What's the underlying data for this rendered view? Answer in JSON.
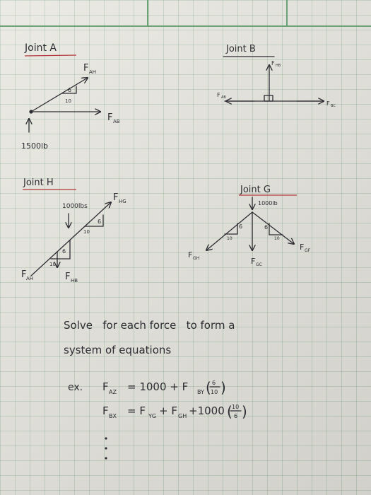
{
  "joint_a": {
    "title": "Joint A",
    "force_ah": "F",
    "force_ah_sub": "AH",
    "force_ab": "F",
    "force_ab_sub": "AB",
    "slope_rise": "6",
    "slope_run": "10",
    "load": "1500lb"
  },
  "joint_b": {
    "title": "Joint B",
    "force_hb": "F",
    "force_hb_sub": "HB",
    "force_ab": "F",
    "force_ab_sub": "AB",
    "force_bc": "F",
    "force_bc_sub": "BC"
  },
  "joint_h": {
    "title": "Joint H",
    "load": "1000lbs",
    "force_hg": "F",
    "force_hg_sub": "HG",
    "slope_top_rise": "6",
    "slope_top_run": "10",
    "slope_bot_rise": "6",
    "slope_bot_run": "10",
    "force_ah": "F",
    "force_ah_sub": "AH",
    "force_hb": "F",
    "force_hb_sub": "HB"
  },
  "joint_g": {
    "title": "Joint G",
    "load": "1000lb",
    "slope_left_rise": "6",
    "slope_left_run": "10",
    "slope_right_rise": "6",
    "slope_right_run": "10",
    "force_gh": "F",
    "force_gh_sub": "GH",
    "force_gc": "F",
    "force_gc_sub": "GC",
    "force_gf": "F",
    "force_gf_sub": "GF"
  },
  "notes": {
    "line1": "Solve   for each force   to form a",
    "line2": "system of equations",
    "example_prefix": "ex.",
    "eq1_lhs": "F",
    "eq1_lhs_sub": "AZ",
    "eq1_rhs": "= 1000 + F",
    "eq1_rhs_sub": "BY",
    "eq1_frac_num": "6",
    "eq1_frac_den": "10",
    "eq2_lhs": "F",
    "eq2_lhs_sub": "BX",
    "eq2_rhs_a": "= F",
    "eq2_rhs_a_sub": "YG",
    "eq2_rhs_b": "+ F",
    "eq2_rhs_b_sub": "GH",
    "eq2_rhs_c": "+1000",
    "eq2_frac_num": "10",
    "eq2_frac_den": "6"
  },
  "colors": {
    "paper": "#e9e8e1",
    "grid": "#9cc0a3",
    "ink": "#2d2d33",
    "underline": "#b23a3a"
  }
}
